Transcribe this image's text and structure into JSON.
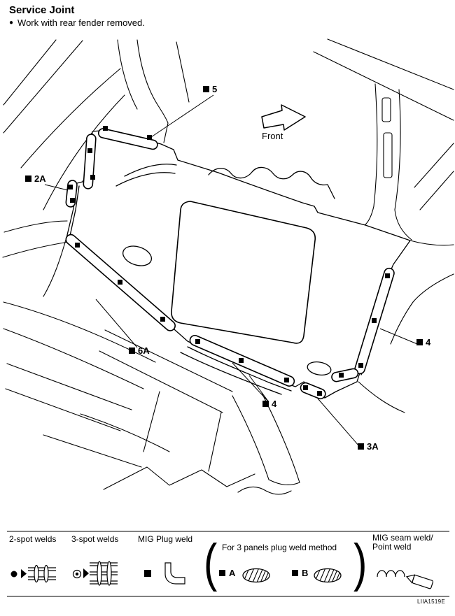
{
  "page": {
    "title": "Service Joint",
    "bullet": "●",
    "note": "Work with rear fender removed.",
    "figure_code": "LIIA1519E"
  },
  "diagram": {
    "front_label": "Front",
    "callouts": [
      {
        "id": "5",
        "label": "5"
      },
      {
        "id": "2A",
        "label": "2A"
      },
      {
        "id": "6A",
        "label": "6A"
      },
      {
        "id": "4-right",
        "label": "4"
      },
      {
        "id": "4-bottom",
        "label": "4"
      },
      {
        "id": "3A",
        "label": "3A"
      }
    ]
  },
  "legend": {
    "two_spot": "2-spot welds",
    "three_spot": "3-spot welds",
    "mig_plug": "MIG Plug weld",
    "three_panels_title": "For 3 panels plug weld method",
    "panel_a": "A",
    "panel_b": "B",
    "paren_open": "(",
    "paren_close": ")",
    "seam_line1": "MIG seam weld/",
    "seam_line2": "Point weld"
  }
}
